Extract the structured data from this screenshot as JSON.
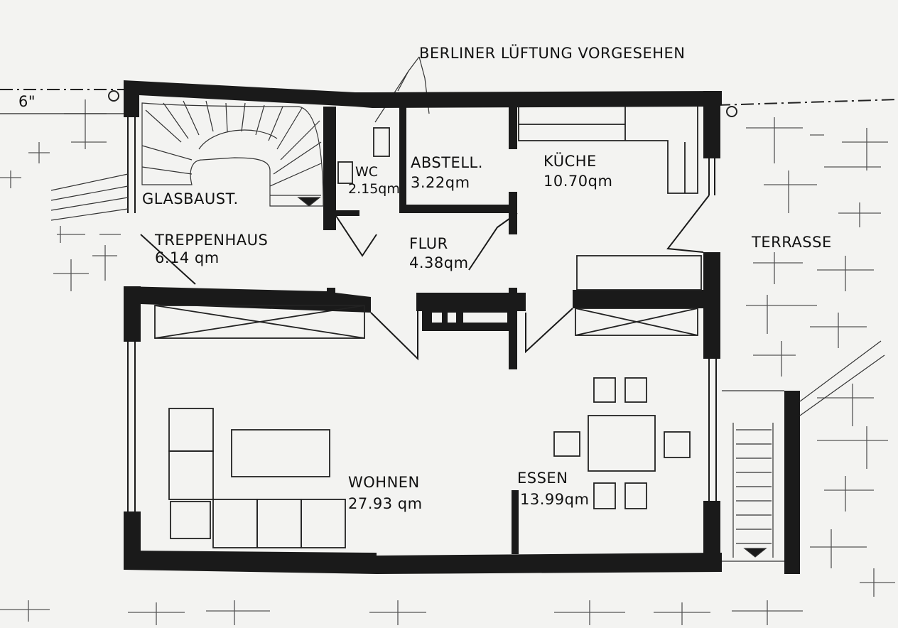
{
  "header": {
    "note": "BERLINER LÜFTUNG VORGESEHEN",
    "dimension_mark": "6\""
  },
  "rooms": {
    "glasbaust": {
      "name": "GLASBAUST."
    },
    "treppenhaus": {
      "name": "TREPPENHAUS",
      "area": "6.14 qm"
    },
    "wc": {
      "name": "WC",
      "area": "2.15qm"
    },
    "abstell": {
      "name": "ABSTELL.",
      "area": "3.22qm"
    },
    "kueche": {
      "name": "KÜCHE",
      "area": "10.70qm"
    },
    "flur": {
      "name": "FLUR",
      "area": "4.38qm"
    },
    "terrasse": {
      "name": "TERRASSE"
    },
    "wohnen": {
      "name": "WOHNEN",
      "area": "27.93 qm"
    },
    "essen": {
      "name": "ESSEN",
      "area": "13.99qm"
    }
  }
}
